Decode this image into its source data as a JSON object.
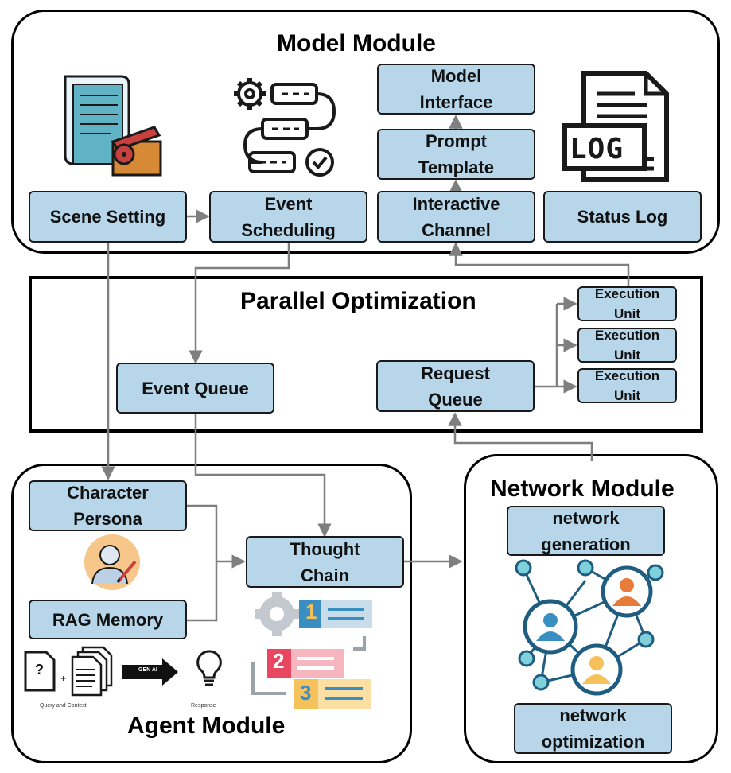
{
  "model_module": {
    "title": "Model Module",
    "nodes": {
      "scene_setting": "Scene Setting",
      "event_scheduling": "Event\nScheduling",
      "interactive_channel": "Interactive\nChannel",
      "status_log": "Status Log",
      "prompt_template": "Prompt\nTemplate",
      "model_interface": "Model\nInterface"
    },
    "log_icon_text": "LOG"
  },
  "parallel_optimization": {
    "title": "Parallel Optimization",
    "nodes": {
      "event_queue": "Event Queue",
      "request_queue": "Request\nQueue",
      "execution_unit_1": "Execution\nUnit",
      "execution_unit_2": "Execution\nUnit",
      "execution_unit_3": "Execution\nUnit"
    }
  },
  "agent_module": {
    "title": "Agent Module",
    "nodes": {
      "character_persona": "Character\nPersona",
      "rag_memory": "RAG Memory",
      "thought_chain": "Thought\nChain"
    },
    "rag_figure": {
      "query_mark": "?",
      "plus": "+",
      "gen_ai": "GEN AI",
      "query_label": "Query and Context",
      "response_label": "Response"
    },
    "steps": [
      "1",
      "2",
      "3"
    ]
  },
  "network_module": {
    "title": "Network Module",
    "nodes": {
      "network_generation": "network\ngeneration",
      "network_optimization": "network\noptimization"
    }
  },
  "colors": {
    "node_fill": "#b7d6ea",
    "arrow": "#7f7f7f",
    "border": "#000000"
  }
}
